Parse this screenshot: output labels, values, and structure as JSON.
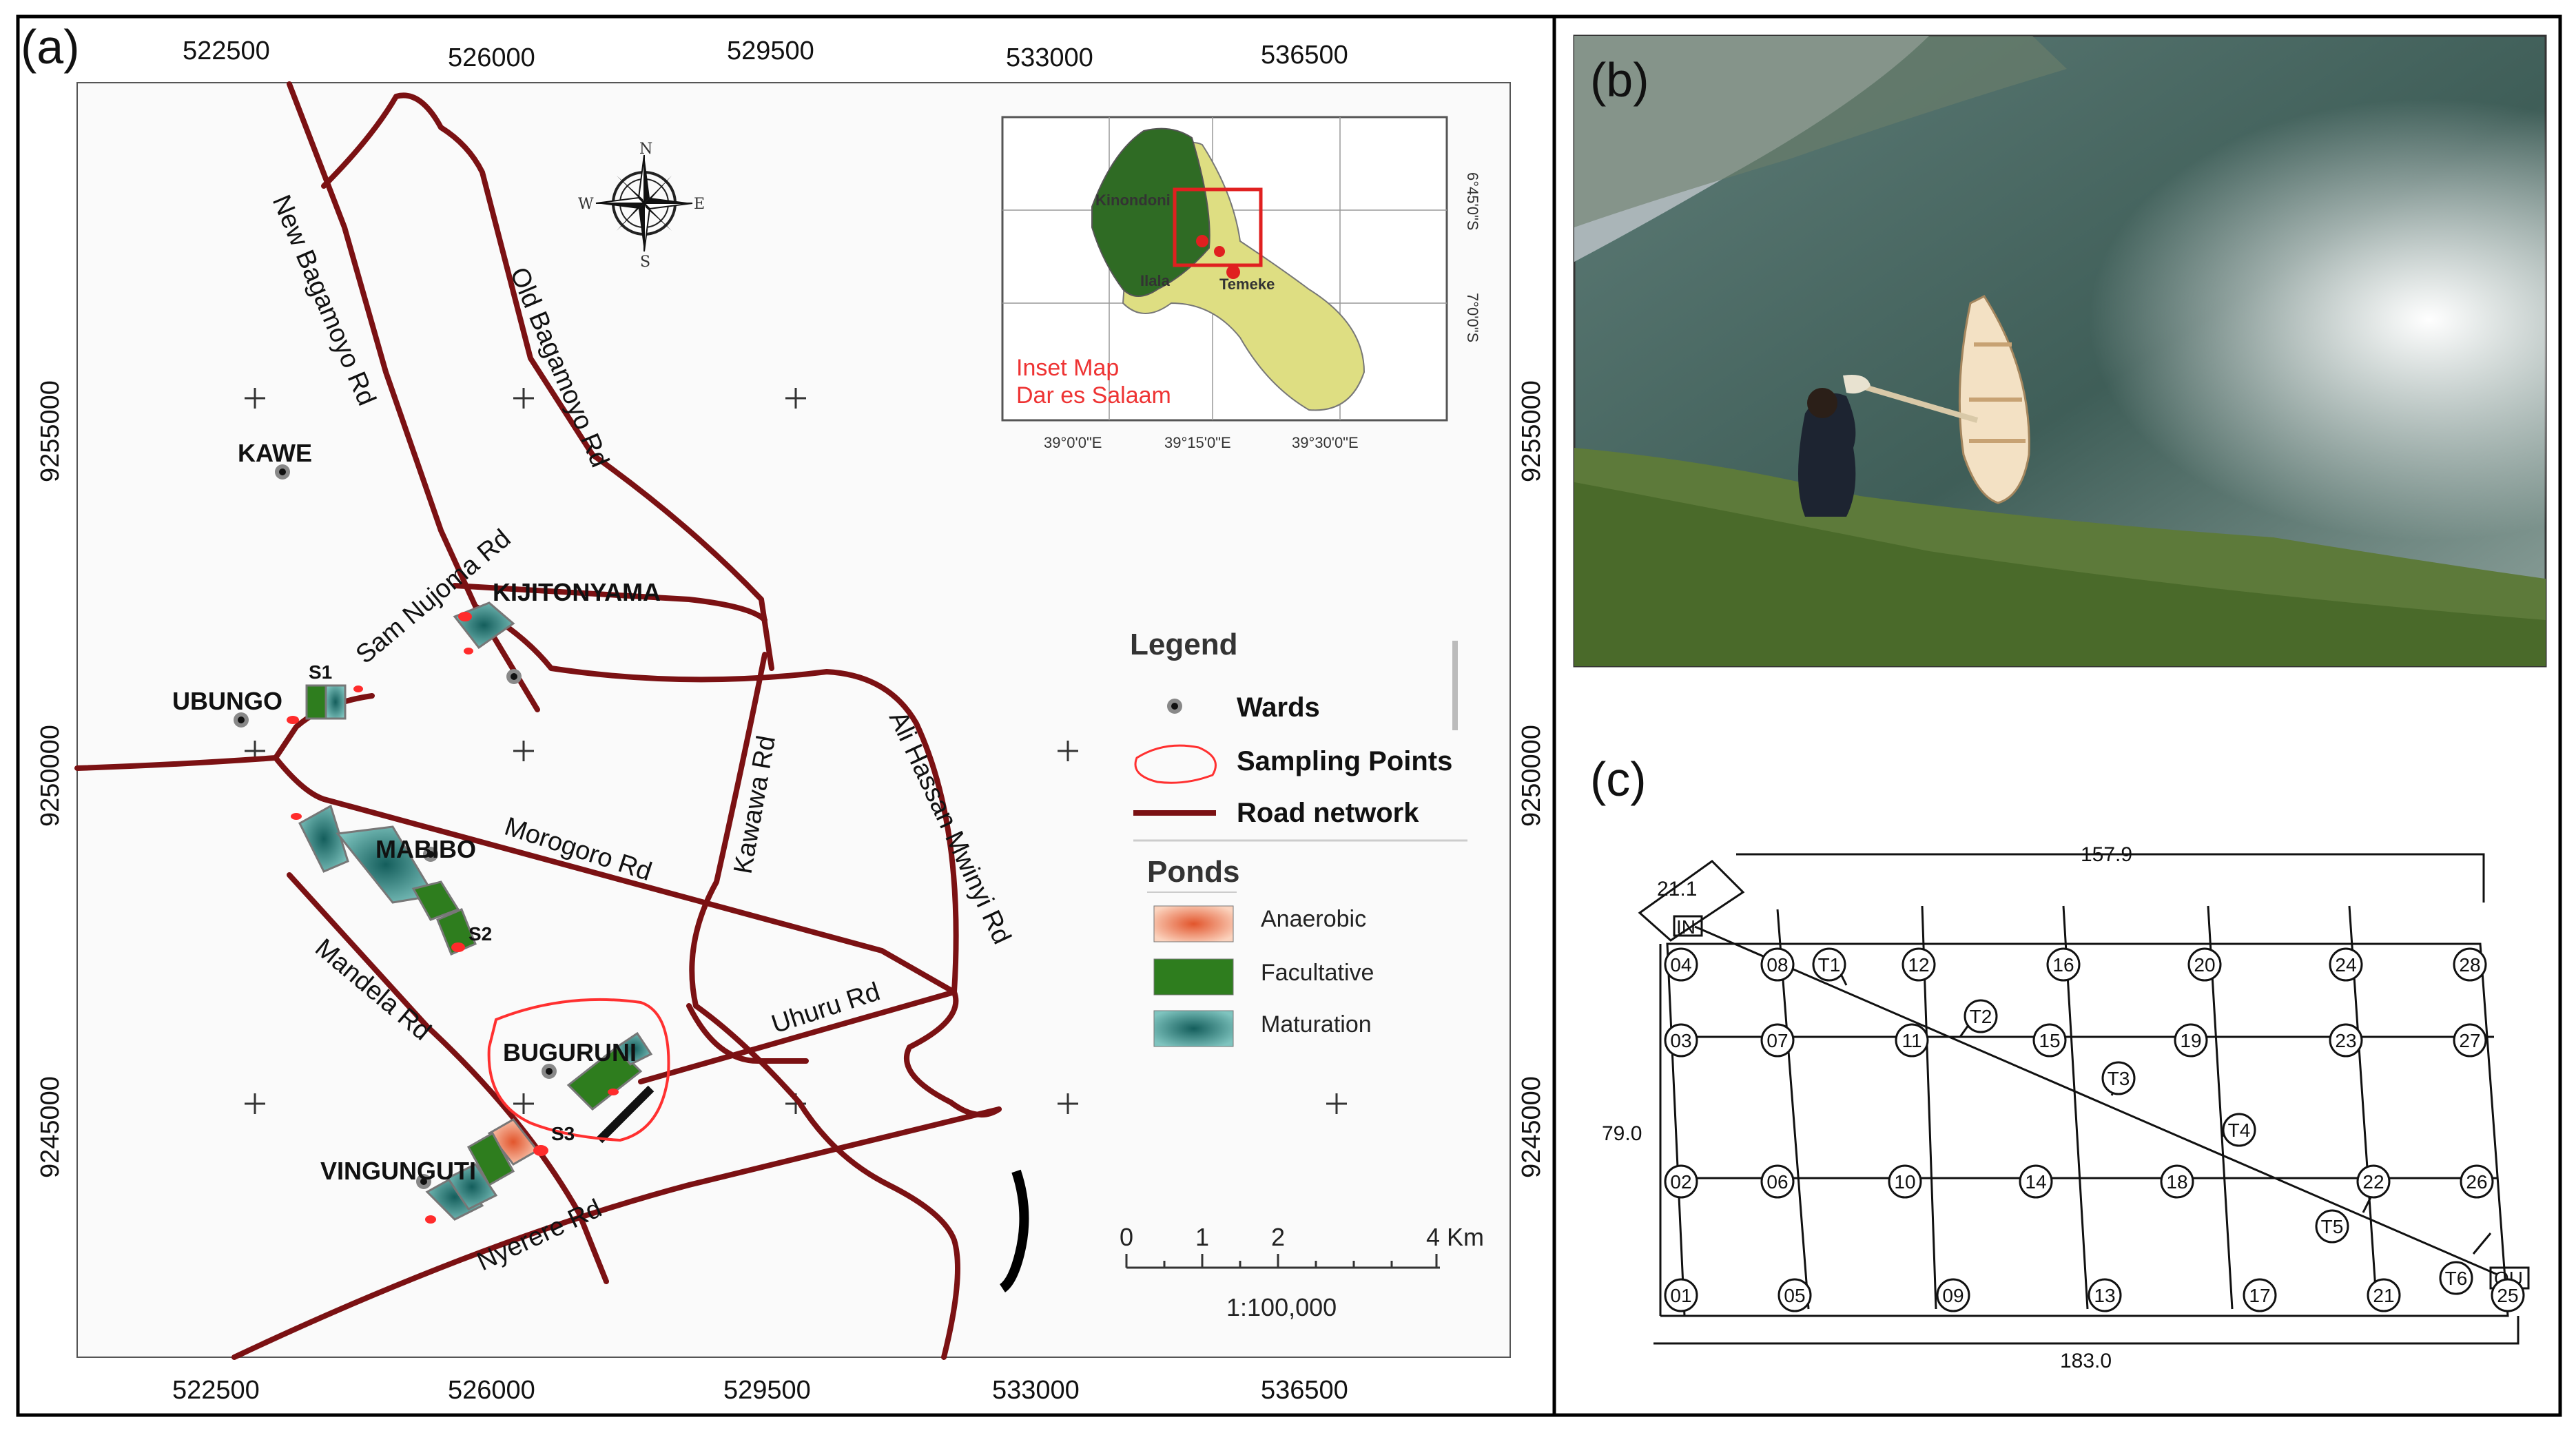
{
  "panels": {
    "a": "(a)",
    "b": "(b)",
    "c": "(c)"
  },
  "map": {
    "top_coords": [
      "522500",
      "526000",
      "529500",
      "533000",
      "536500"
    ],
    "bottom_coords": [
      "522500",
      "526000",
      "529500",
      "533000",
      "536500"
    ],
    "left_coords": [
      "9255000",
      "9250000",
      "9245000"
    ],
    "right_coords": [
      "9255000",
      "9250000",
      "9245000"
    ],
    "roads": [
      "New Bagamoyo Rd",
      "Old Bagamoyo Rd",
      "Sam Nujoma Rd",
      "Kawawa Rd",
      "Ali Hassan Mwinyi Rd",
      "Morogoro Rd",
      "Mandela Rd",
      "Uhuru Rd",
      "Nyerere Rd"
    ],
    "wards": [
      "KAWE",
      "KIJITONYAMA",
      "UBUNGO",
      "MABIBO",
      "BUGURUNI",
      "VINGUNGUTI"
    ],
    "sampling_labels": [
      "S1",
      "S2",
      "S3"
    ],
    "compass": {
      "n": "N",
      "s": "S",
      "e": "E",
      "w": "W"
    },
    "inset": {
      "title1": "Inset Map",
      "title2": "Dar es Salaam",
      "districts": [
        "Kinondoni",
        "Ilala",
        "Temeke"
      ],
      "lon": [
        "39°0'0\"E",
        "39°15'0\"E",
        "39°30'0\"E"
      ],
      "lat": [
        "6°45'0\"S",
        "7°0'0\"S"
      ]
    },
    "legend": {
      "title": "Legend",
      "wards": "Wards",
      "sampling": "Sampling Points",
      "roads": "Road network",
      "ponds_title": "Ponds",
      "anaerobic": "Anaerobic",
      "facultative": "Facultative",
      "maturation": "Maturation"
    },
    "scale": {
      "ticks": [
        "0",
        "1",
        "2",
        "4 Km"
      ],
      "ratio": "1:100,000"
    },
    "colors": {
      "road": "#7b1113",
      "anaerobic": "#f08a6a",
      "facultative": "#2e7d1e",
      "maturation": "#2a8a88",
      "sampling": "#ff2b2b",
      "inset_dark": "#2f6b24",
      "inset_light": "#dede82"
    }
  },
  "diagram": {
    "top_width": "157.9",
    "bottom_width": "183.0",
    "height": "79.0",
    "inlet_width": "21.1",
    "inlet": "IN",
    "outlet": "OU",
    "rows": [
      [
        "04",
        "08",
        "12",
        "16",
        "20",
        "24",
        "28"
      ],
      [
        "03",
        "07",
        "11",
        "15",
        "19",
        "23",
        "27"
      ],
      [
        "02",
        "06",
        "10",
        "14",
        "18",
        "22",
        "26"
      ],
      [
        "01",
        "05",
        "09",
        "13",
        "17",
        "21",
        "25"
      ]
    ],
    "transect": [
      "T1",
      "T2",
      "T3",
      "T4",
      "T5",
      "T6"
    ]
  }
}
